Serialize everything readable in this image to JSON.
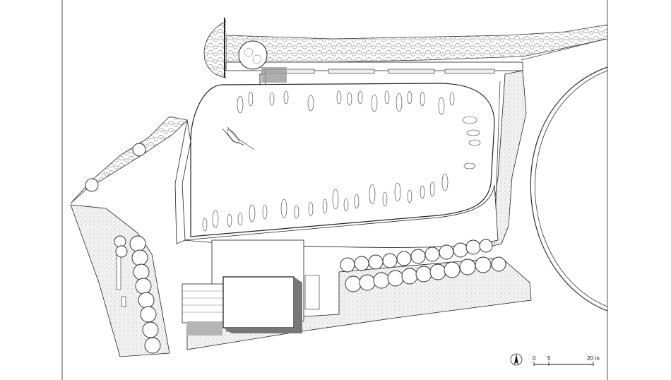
{
  "scale_bar": {
    "labels": [
      "0",
      "5",
      "20 m"
    ],
    "values": [
      0,
      5,
      20
    ],
    "unit": "m"
  },
  "north_arrow": {
    "icon": "north-arrow-icon"
  },
  "colors": {
    "line": "#1a1a1a",
    "gravel": "#dcdcdc",
    "shadow": "#9a9a9a",
    "tree": "#ffffff"
  }
}
